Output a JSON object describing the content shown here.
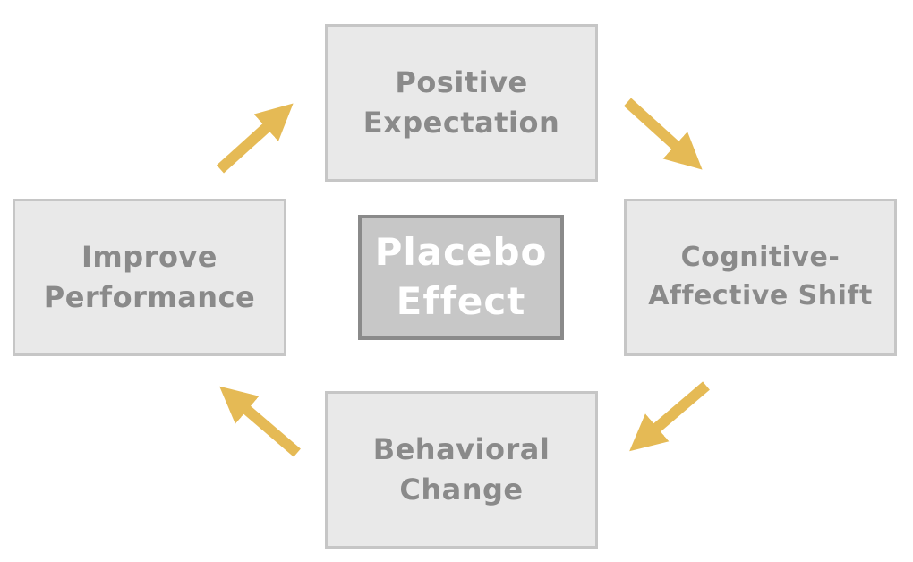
{
  "diagram": {
    "title": "Placebo Effect cycle diagram",
    "center": {
      "label": "Placebo Effect"
    },
    "nodes": [
      {
        "id": "top",
        "label": "Positive Expectation"
      },
      {
        "id": "right",
        "label": "Cognitive-Affective Shift"
      },
      {
        "id": "bottom",
        "label": "Behavioral Change"
      },
      {
        "id": "left",
        "label": "Improve Performance"
      }
    ],
    "arrows": [
      {
        "id": "left-to-top",
        "from": "Improve Performance",
        "to": "Positive Expectation",
        "direction": "up-right"
      },
      {
        "id": "top-to-right",
        "from": "Positive Expectation",
        "to": "Cognitive-Affective Shift",
        "direction": "down-right"
      },
      {
        "id": "right-to-bottom",
        "from": "Cognitive-Affective Shift",
        "to": "Behavioral Change",
        "direction": "down-left"
      },
      {
        "id": "bottom-to-left",
        "from": "Behavioral Change",
        "to": "Improve Performance",
        "direction": "up-left"
      }
    ],
    "theme": {
      "background": "#ffffff",
      "node_fill": "#e9e9e9",
      "node_border": "#c6c6c6",
      "node_text": "#8a8a8a",
      "center_fill": "#c7c7c7",
      "center_border": "#8a8a8a",
      "center_text": "#ffffff",
      "arrow_color": "#e5ba55"
    }
  }
}
